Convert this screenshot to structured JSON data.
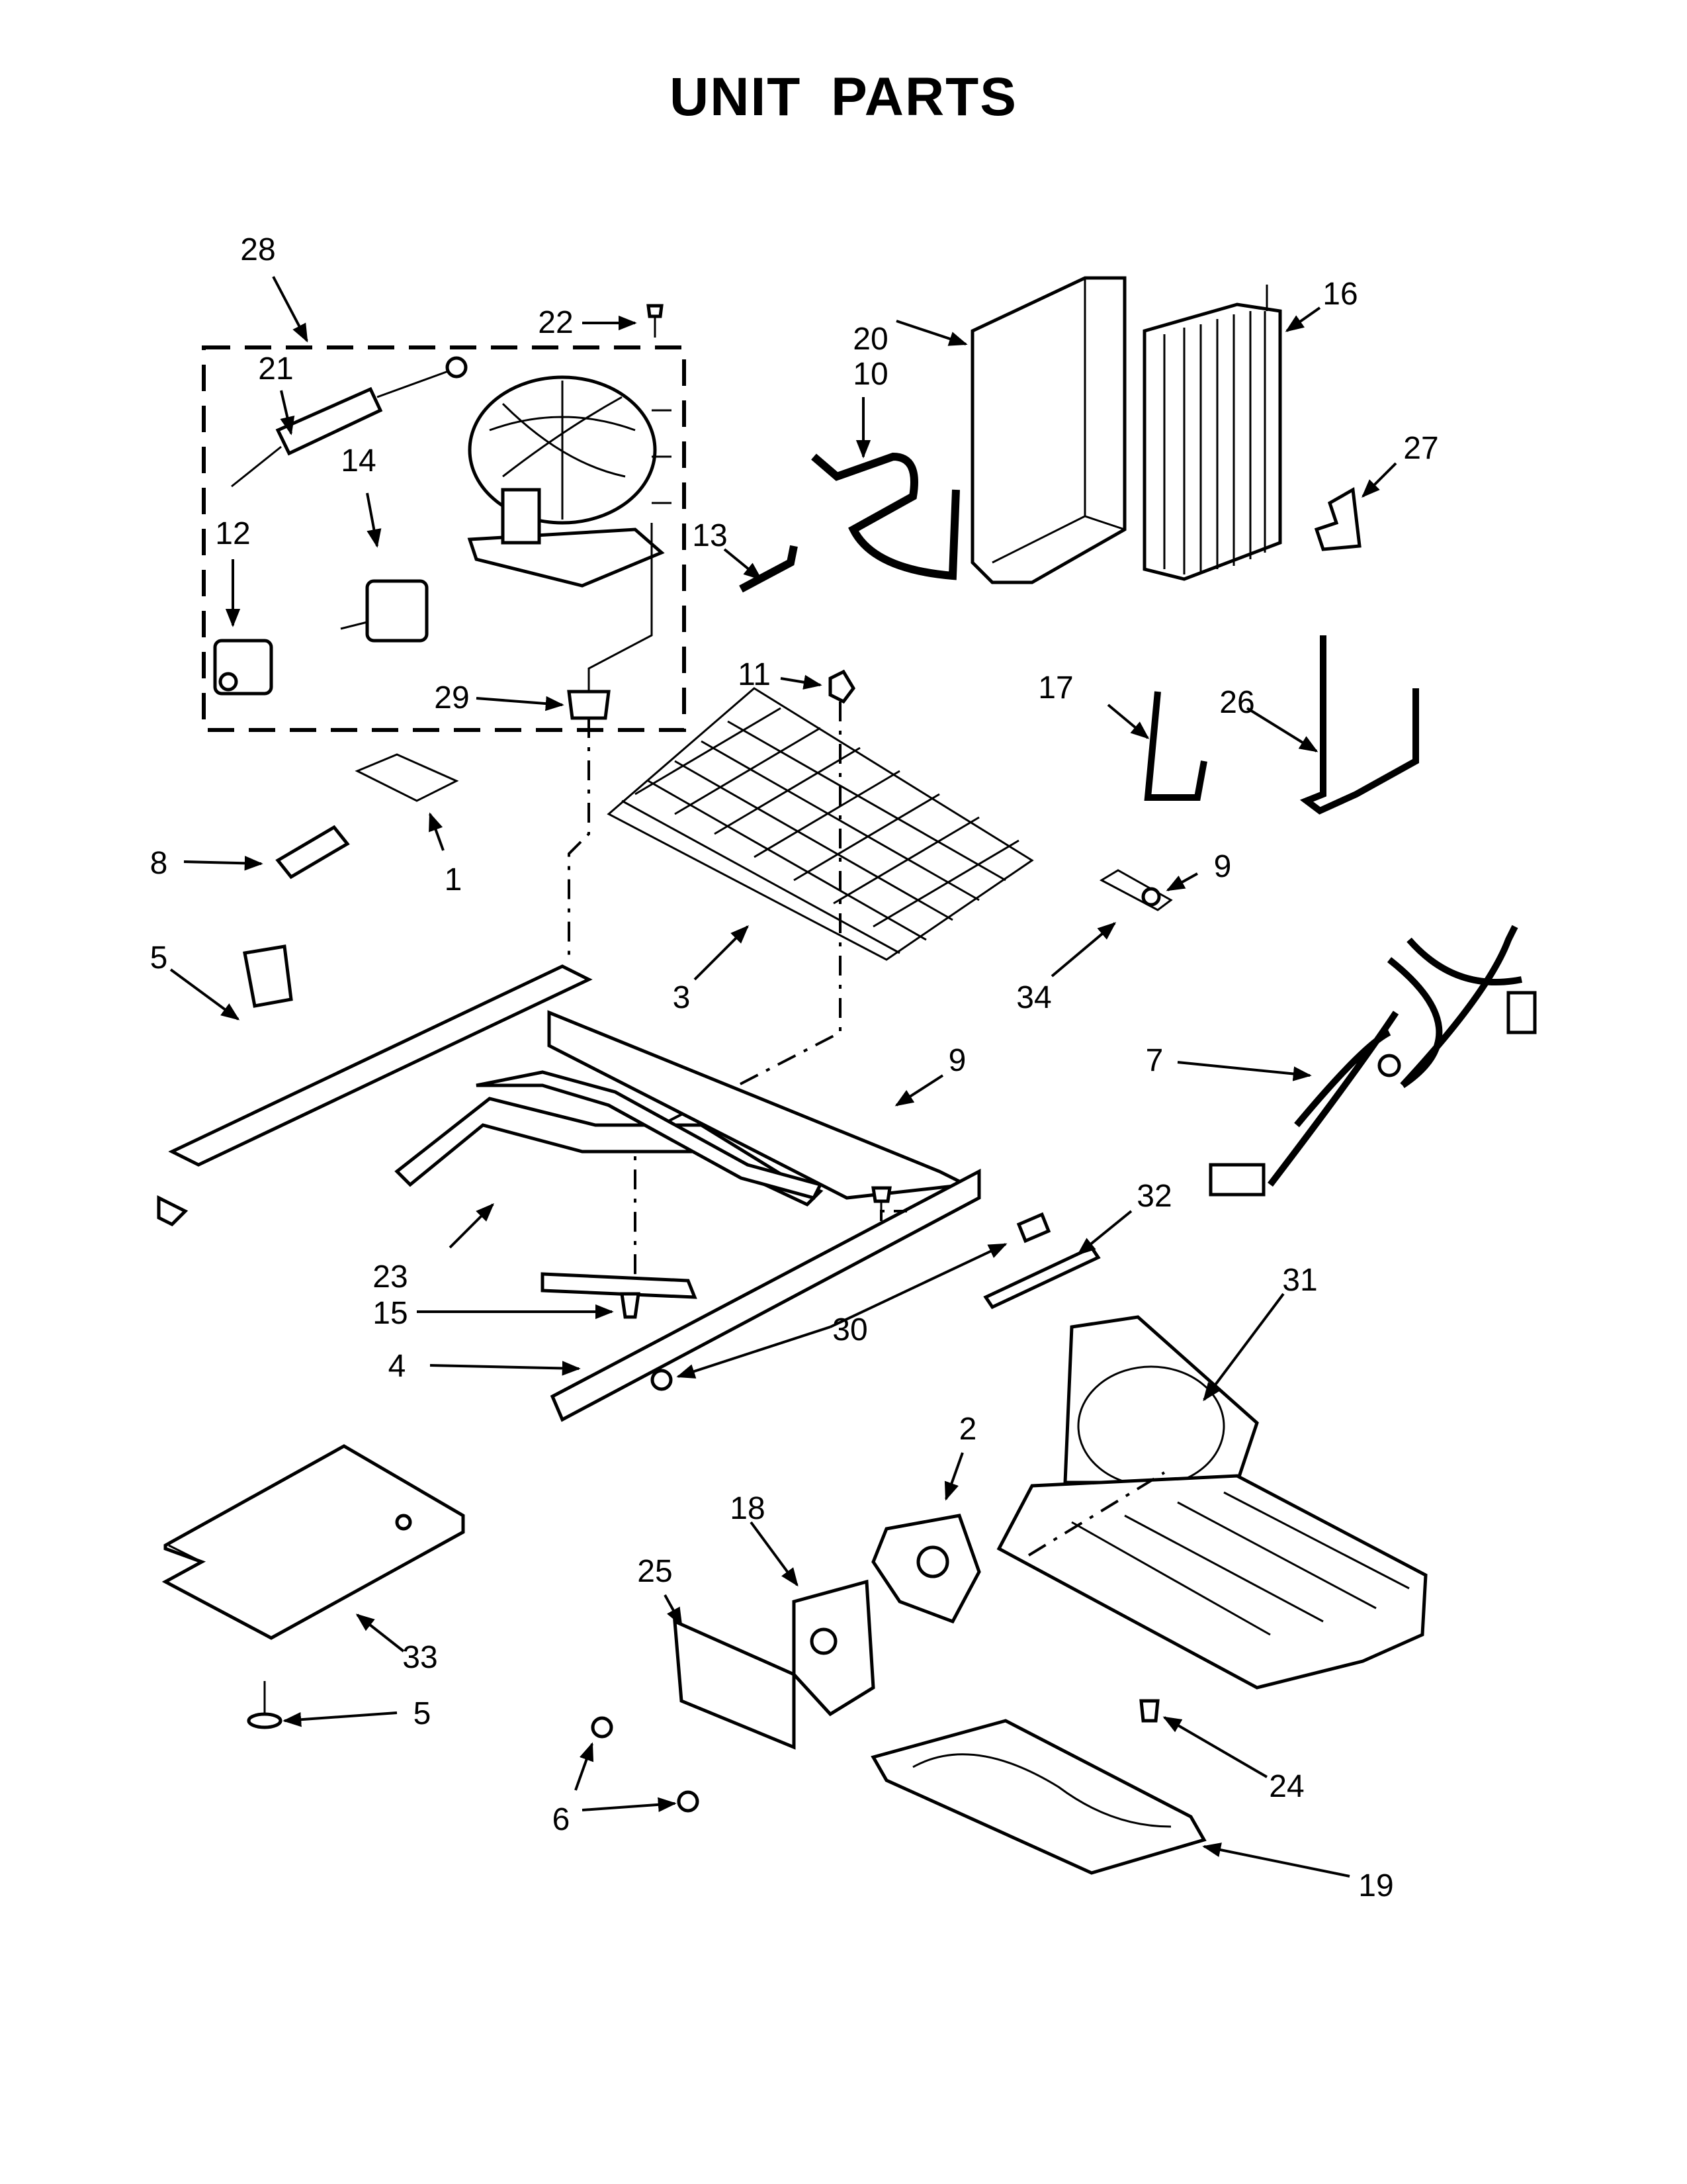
{
  "title": "UNIT PARTS",
  "callouts": [
    {
      "id": "c28",
      "text": "28"
    },
    {
      "id": "c22",
      "text": "22"
    },
    {
      "id": "c21",
      "text": "21"
    },
    {
      "id": "c14",
      "text": "14"
    },
    {
      "id": "c12",
      "text": "12"
    },
    {
      "id": "c29",
      "text": "29"
    },
    {
      "id": "c20",
      "text": "20"
    },
    {
      "id": "c10",
      "text": "10"
    },
    {
      "id": "c16",
      "text": "16"
    },
    {
      "id": "c27",
      "text": "27"
    },
    {
      "id": "c13",
      "text": "13"
    },
    {
      "id": "c11",
      "text": "11"
    },
    {
      "id": "c17",
      "text": "17"
    },
    {
      "id": "c26",
      "text": "26"
    },
    {
      "id": "c8",
      "text": "8"
    },
    {
      "id": "c1",
      "text": "1"
    },
    {
      "id": "c9a",
      "text": "9"
    },
    {
      "id": "c34",
      "text": "34"
    },
    {
      "id": "c5a",
      "text": "5"
    },
    {
      "id": "c3",
      "text": "3"
    },
    {
      "id": "c7",
      "text": "7"
    },
    {
      "id": "c9b",
      "text": "9"
    },
    {
      "id": "c32",
      "text": "32"
    },
    {
      "id": "c23",
      "text": "23"
    },
    {
      "id": "c15",
      "text": "15"
    },
    {
      "id": "c30",
      "text": "30"
    },
    {
      "id": "c31",
      "text": "31"
    },
    {
      "id": "c4",
      "text": "4"
    },
    {
      "id": "c2",
      "text": "2"
    },
    {
      "id": "c18",
      "text": "18"
    },
    {
      "id": "c25",
      "text": "25"
    },
    {
      "id": "c33",
      "text": "33"
    },
    {
      "id": "c5b",
      "text": "5"
    },
    {
      "id": "c24",
      "text": "24"
    },
    {
      "id": "c6",
      "text": "6"
    },
    {
      "id": "c19",
      "text": "19"
    }
  ]
}
